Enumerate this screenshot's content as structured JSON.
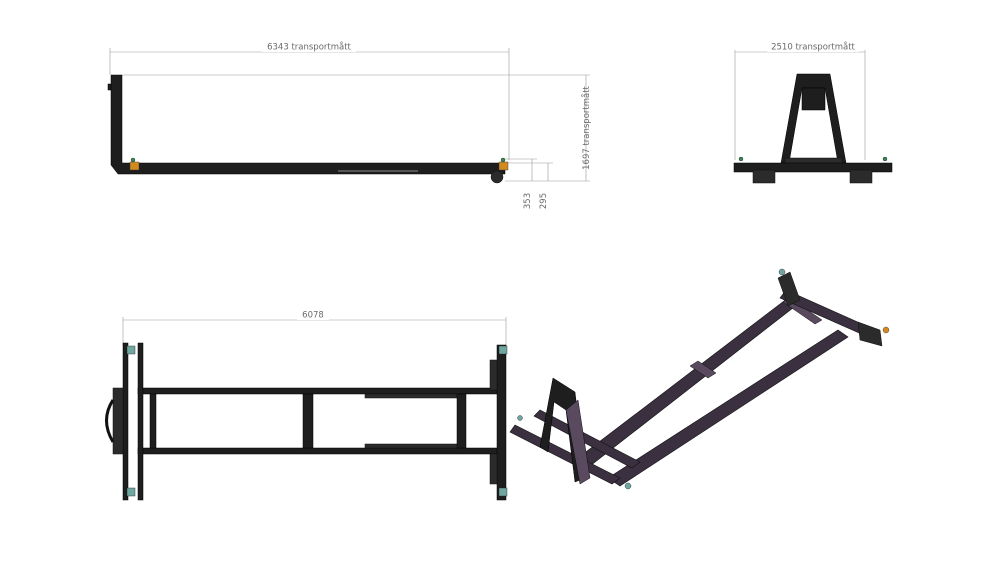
{
  "dimensions": {
    "side_length": "6343 transportmått",
    "side_height": "1697 transportmått",
    "side_dim_a": "353",
    "side_dim_b": "295",
    "front_width": "2510 transportmått",
    "top_length": "6078"
  },
  "colors": {
    "steel": "#1e1e1e",
    "frame_purple": "#3b3040",
    "dimension_line": "#9a9a9a"
  }
}
